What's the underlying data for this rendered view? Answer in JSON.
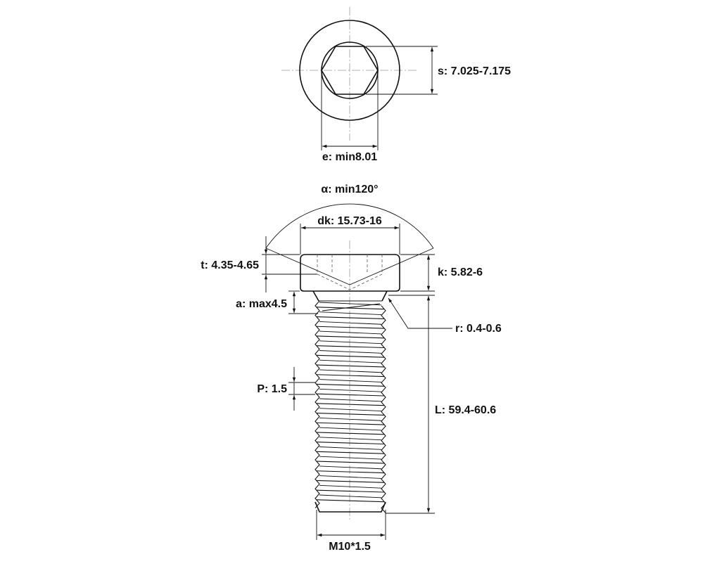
{
  "labels": {
    "s": "s: 7.025-7.175",
    "e": "e: min8.01",
    "alpha": "α: min120°",
    "dk": "dk: 15.73-16",
    "t": "t: 4.35-4.65",
    "k": "k: 5.82-6",
    "a": "a: max4.5",
    "r": "r: 0.4-0.6",
    "p": "P: 1.5",
    "l": "L: 59.4-60.6",
    "m": "M10*1.5"
  },
  "colors": {
    "line": "#111111",
    "centerline": "#9a9a9a",
    "background": "#ffffff"
  }
}
